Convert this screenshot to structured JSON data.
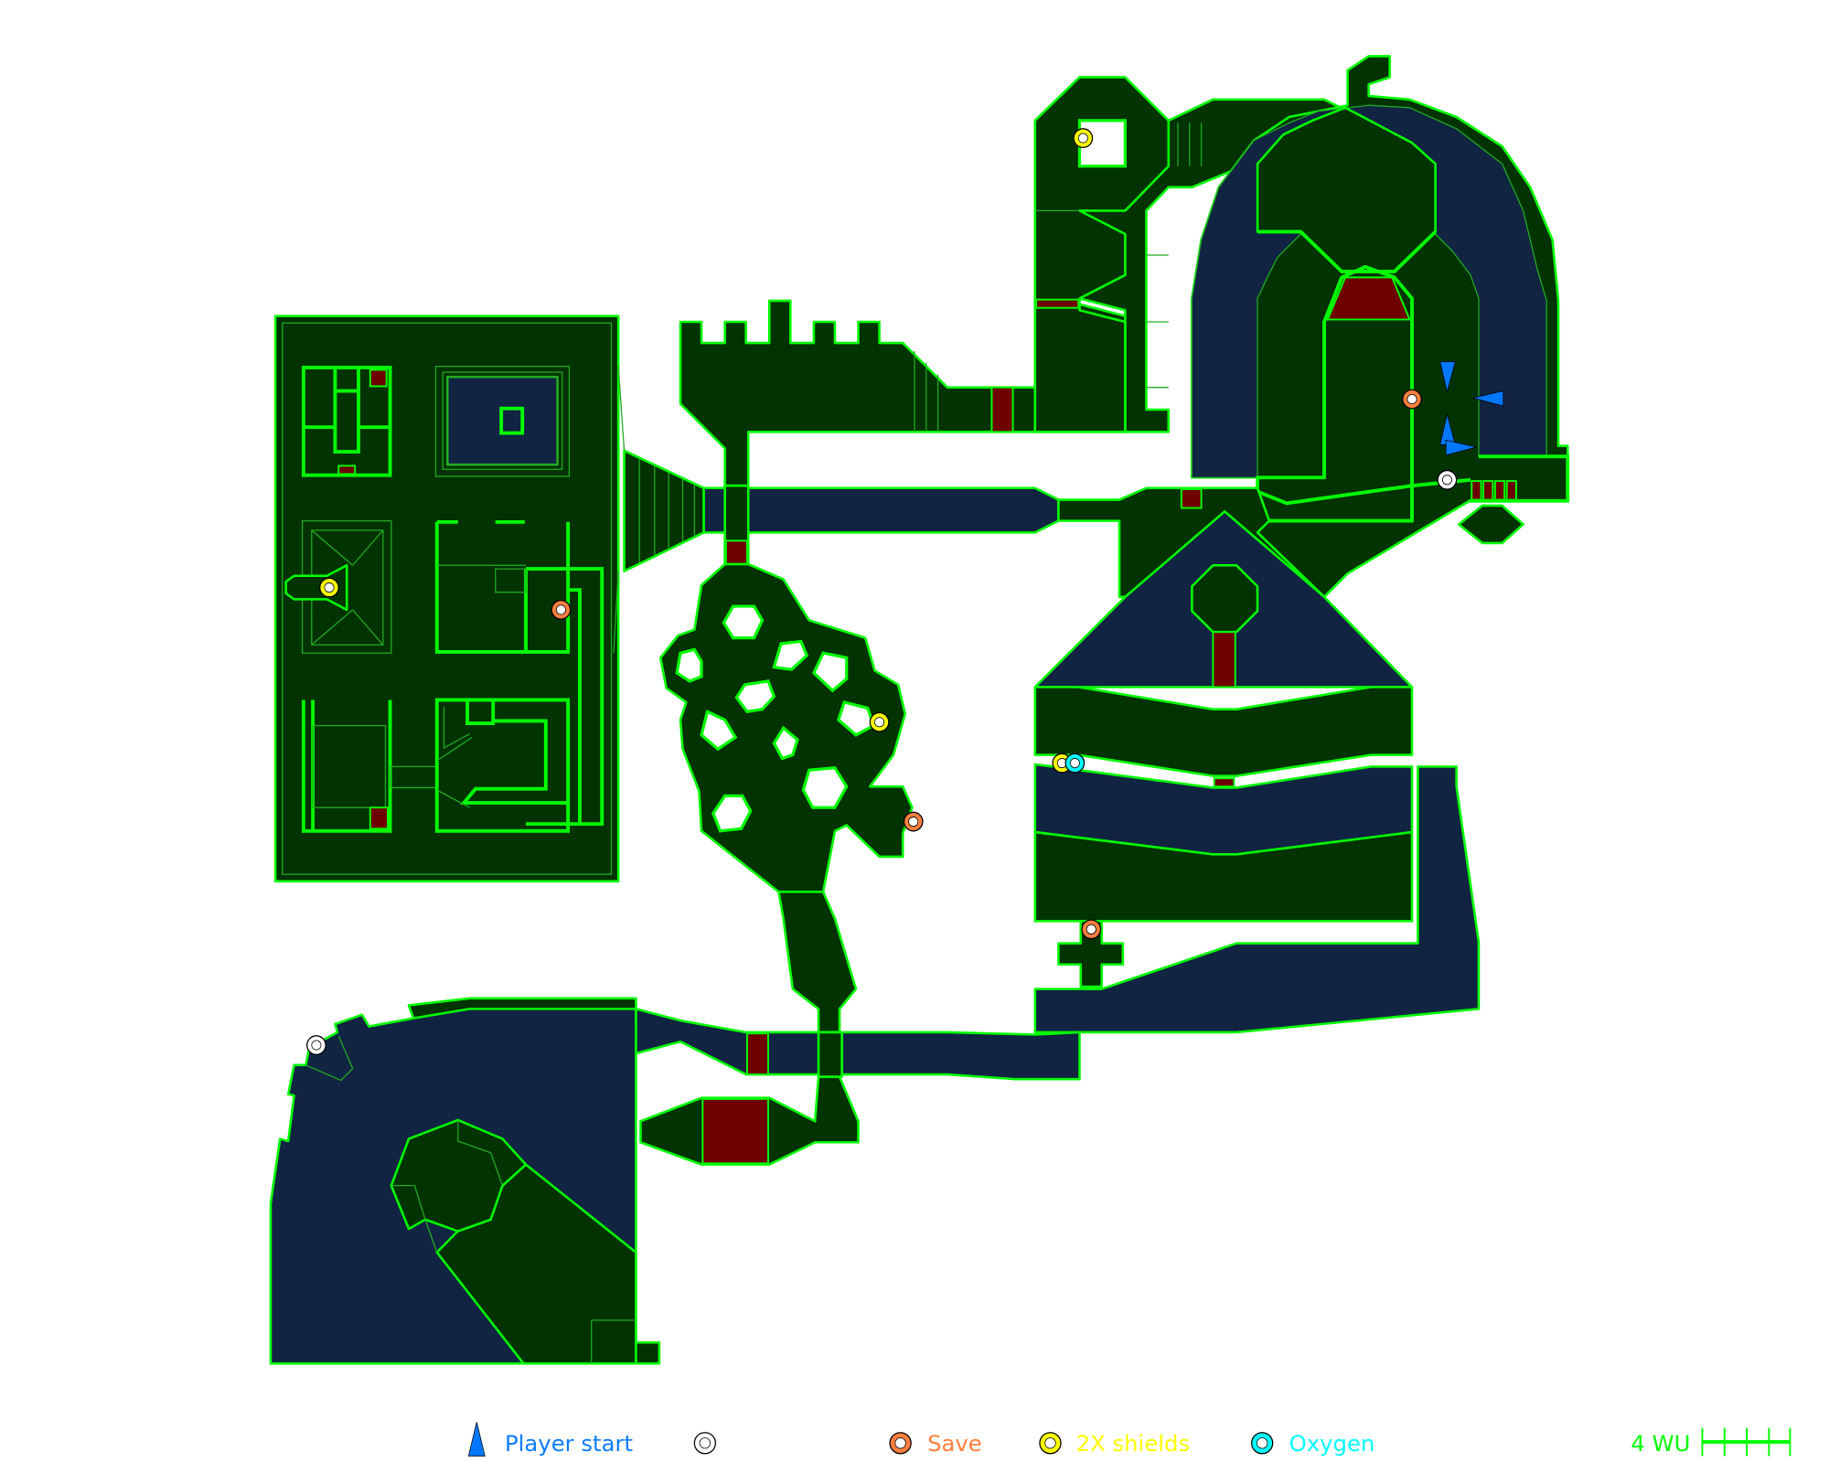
{
  "colors": {
    "floor": "#003300",
    "liquid": "#112442",
    "wall": "#00ff00",
    "platform": "#6e0000",
    "player_start": "#0077ff",
    "save": "#ff7f3f",
    "shields": "#ffff00",
    "oxygen": "#00ffff",
    "other_item": "#ffffff"
  },
  "legend": {
    "player_start": "Player start",
    "save": "Save",
    "shields": "2X shields",
    "oxygen": "Oxygen"
  },
  "scale_bar": {
    "label": "4 WU",
    "units": 4
  }
}
